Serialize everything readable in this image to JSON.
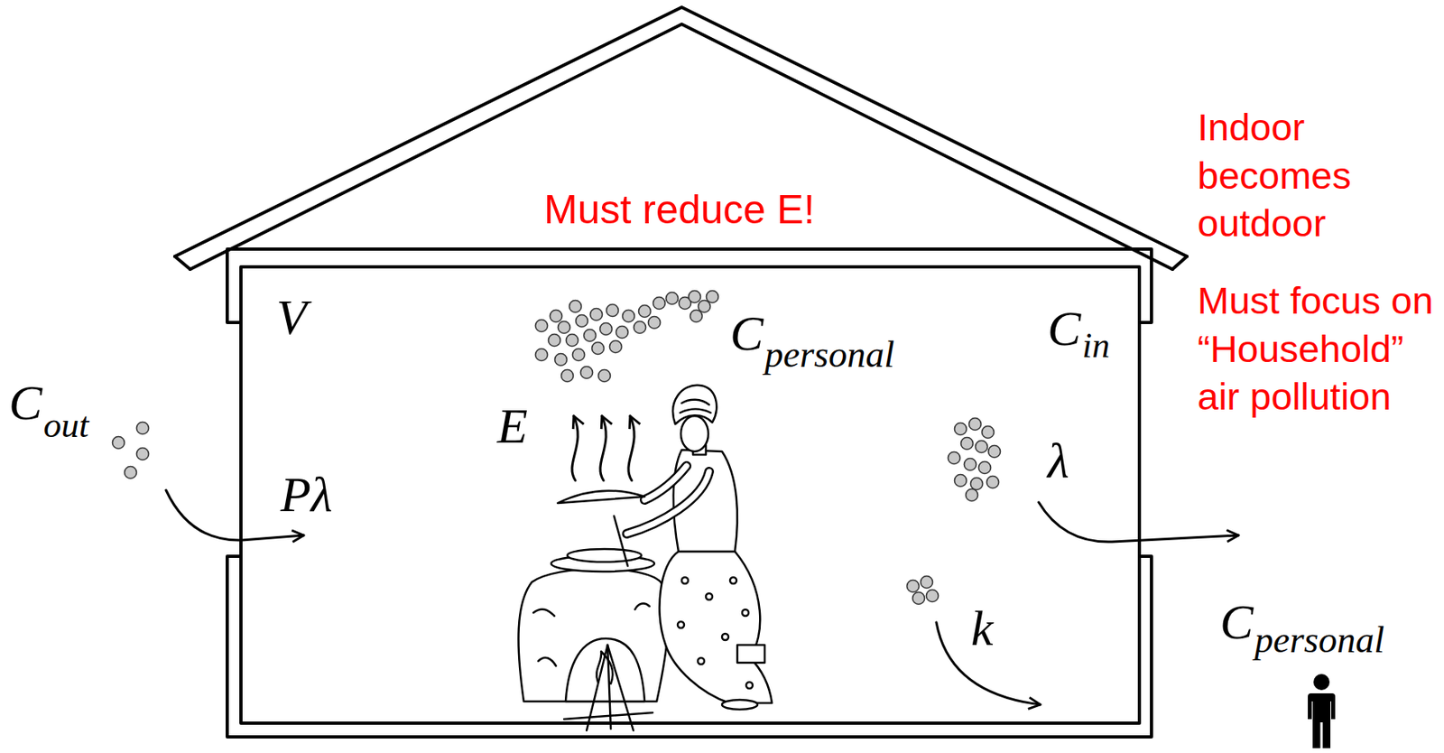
{
  "diagram": {
    "labels": [
      "Indoor becomes outdoor",
      "Must reduce E!",
      "V",
      "C",
      "in",
      "Must focus on “Household” air pollution",
      "C",
      "personal",
      "C",
      "out",
      "E",
      "Pλ",
      "λ",
      "k",
      "C",
      "personal"
    ]
  }
}
